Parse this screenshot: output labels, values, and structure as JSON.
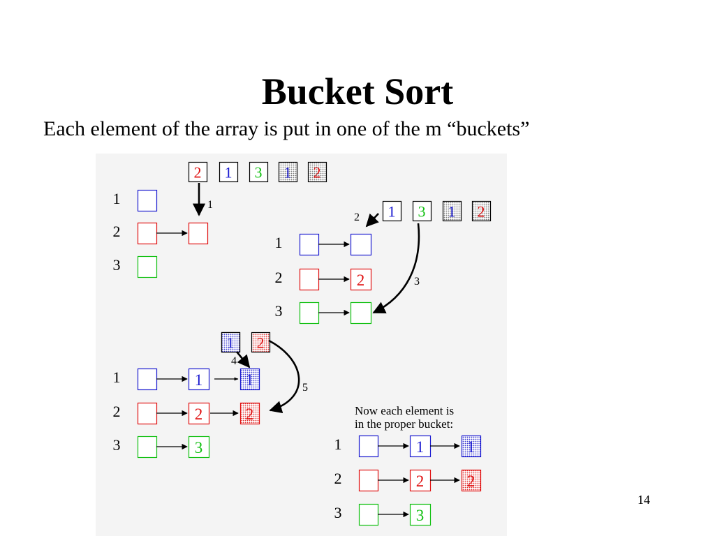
{
  "slide": {
    "title": "Bucket Sort",
    "subtitle": "Each element of the array is put in one of the m “buckets”",
    "page_number": "14"
  },
  "colors": {
    "bucket1": "#1a1ad0",
    "bucket2": "#e01010",
    "bucket3": "#10c010",
    "dotted_fill_blue": "#b8b8ee",
    "dotted_fill_red": "#f0b8b8",
    "dotted_fill_gray": "#d4d4d4"
  },
  "diagram": {
    "bucket_labels": [
      "1",
      "2",
      "3"
    ],
    "input_arrays": {
      "step1": [
        "2",
        "1",
        "3",
        "1",
        "2"
      ],
      "step2": [
        "1",
        "3",
        "1",
        "2"
      ],
      "step4": [
        "1",
        "2"
      ]
    },
    "step_numbers": [
      "1",
      "2",
      "3",
      "4",
      "5"
    ],
    "bucket_values": {
      "state2": {
        "b1": "",
        "b2": "2",
        "b3": ""
      },
      "state4": {
        "b1": [
          "1",
          "1"
        ],
        "b2": [
          "2",
          "2"
        ],
        "b3": [
          "3"
        ]
      },
      "final": {
        "b1": [
          "1",
          "1"
        ],
        "b2": [
          "2",
          "2"
        ],
        "b3": [
          "3"
        ]
      }
    },
    "caption_line1": "Now each element is",
    "caption_line2": "in the proper bucket:"
  }
}
